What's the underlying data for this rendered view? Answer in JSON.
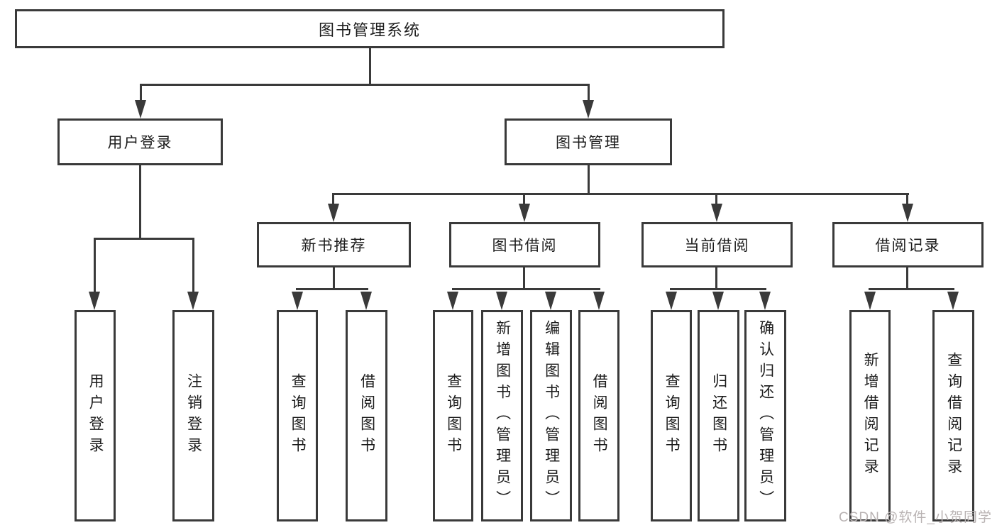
{
  "tree": {
    "label": "图书管理系统",
    "children": [
      {
        "label": "用户登录",
        "children": [
          {
            "label": "用户登录"
          },
          {
            "label": "注销登录"
          }
        ]
      },
      {
        "label": "图书管理",
        "children": [
          {
            "label": "新书推荐",
            "children": [
              {
                "label": "查询图书"
              },
              {
                "label": "借阅图书"
              }
            ]
          },
          {
            "label": "图书借阅",
            "children": [
              {
                "label": "查询图书"
              },
              {
                "label": "新增图书（管理员）"
              },
              {
                "label": "编辑图书（管理员）"
              },
              {
                "label": "借阅图书"
              }
            ]
          },
          {
            "label": "当前借阅",
            "children": [
              {
                "label": "查询图书"
              },
              {
                "label": "归还图书"
              },
              {
                "label": "确认归还（管理员）"
              }
            ]
          },
          {
            "label": "借阅记录",
            "children": [
              {
                "label": "新增借阅记录"
              },
              {
                "label": "查询借阅记录"
              }
            ]
          }
        ]
      }
    ]
  },
  "watermark": {
    "text": "CSDN @软件_小贺同学"
  },
  "colors": {
    "line": "#3a3a3a",
    "border": "#3a3a3a",
    "text": "#1c1c1c",
    "background": "#ffffff",
    "watermark": "#b9b3b3"
  }
}
